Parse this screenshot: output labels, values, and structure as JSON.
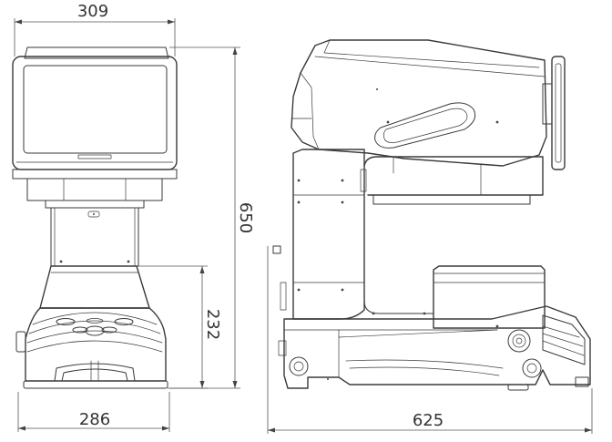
{
  "drawing": {
    "views": [
      "front-view",
      "side-view"
    ],
    "dimensions": {
      "front_width_top": "309",
      "front_width_bottom": "286",
      "overall_height": "650",
      "base_height": "232",
      "side_depth": "625"
    },
    "line_color": "#3a3a3a",
    "background": "#ffffff"
  }
}
